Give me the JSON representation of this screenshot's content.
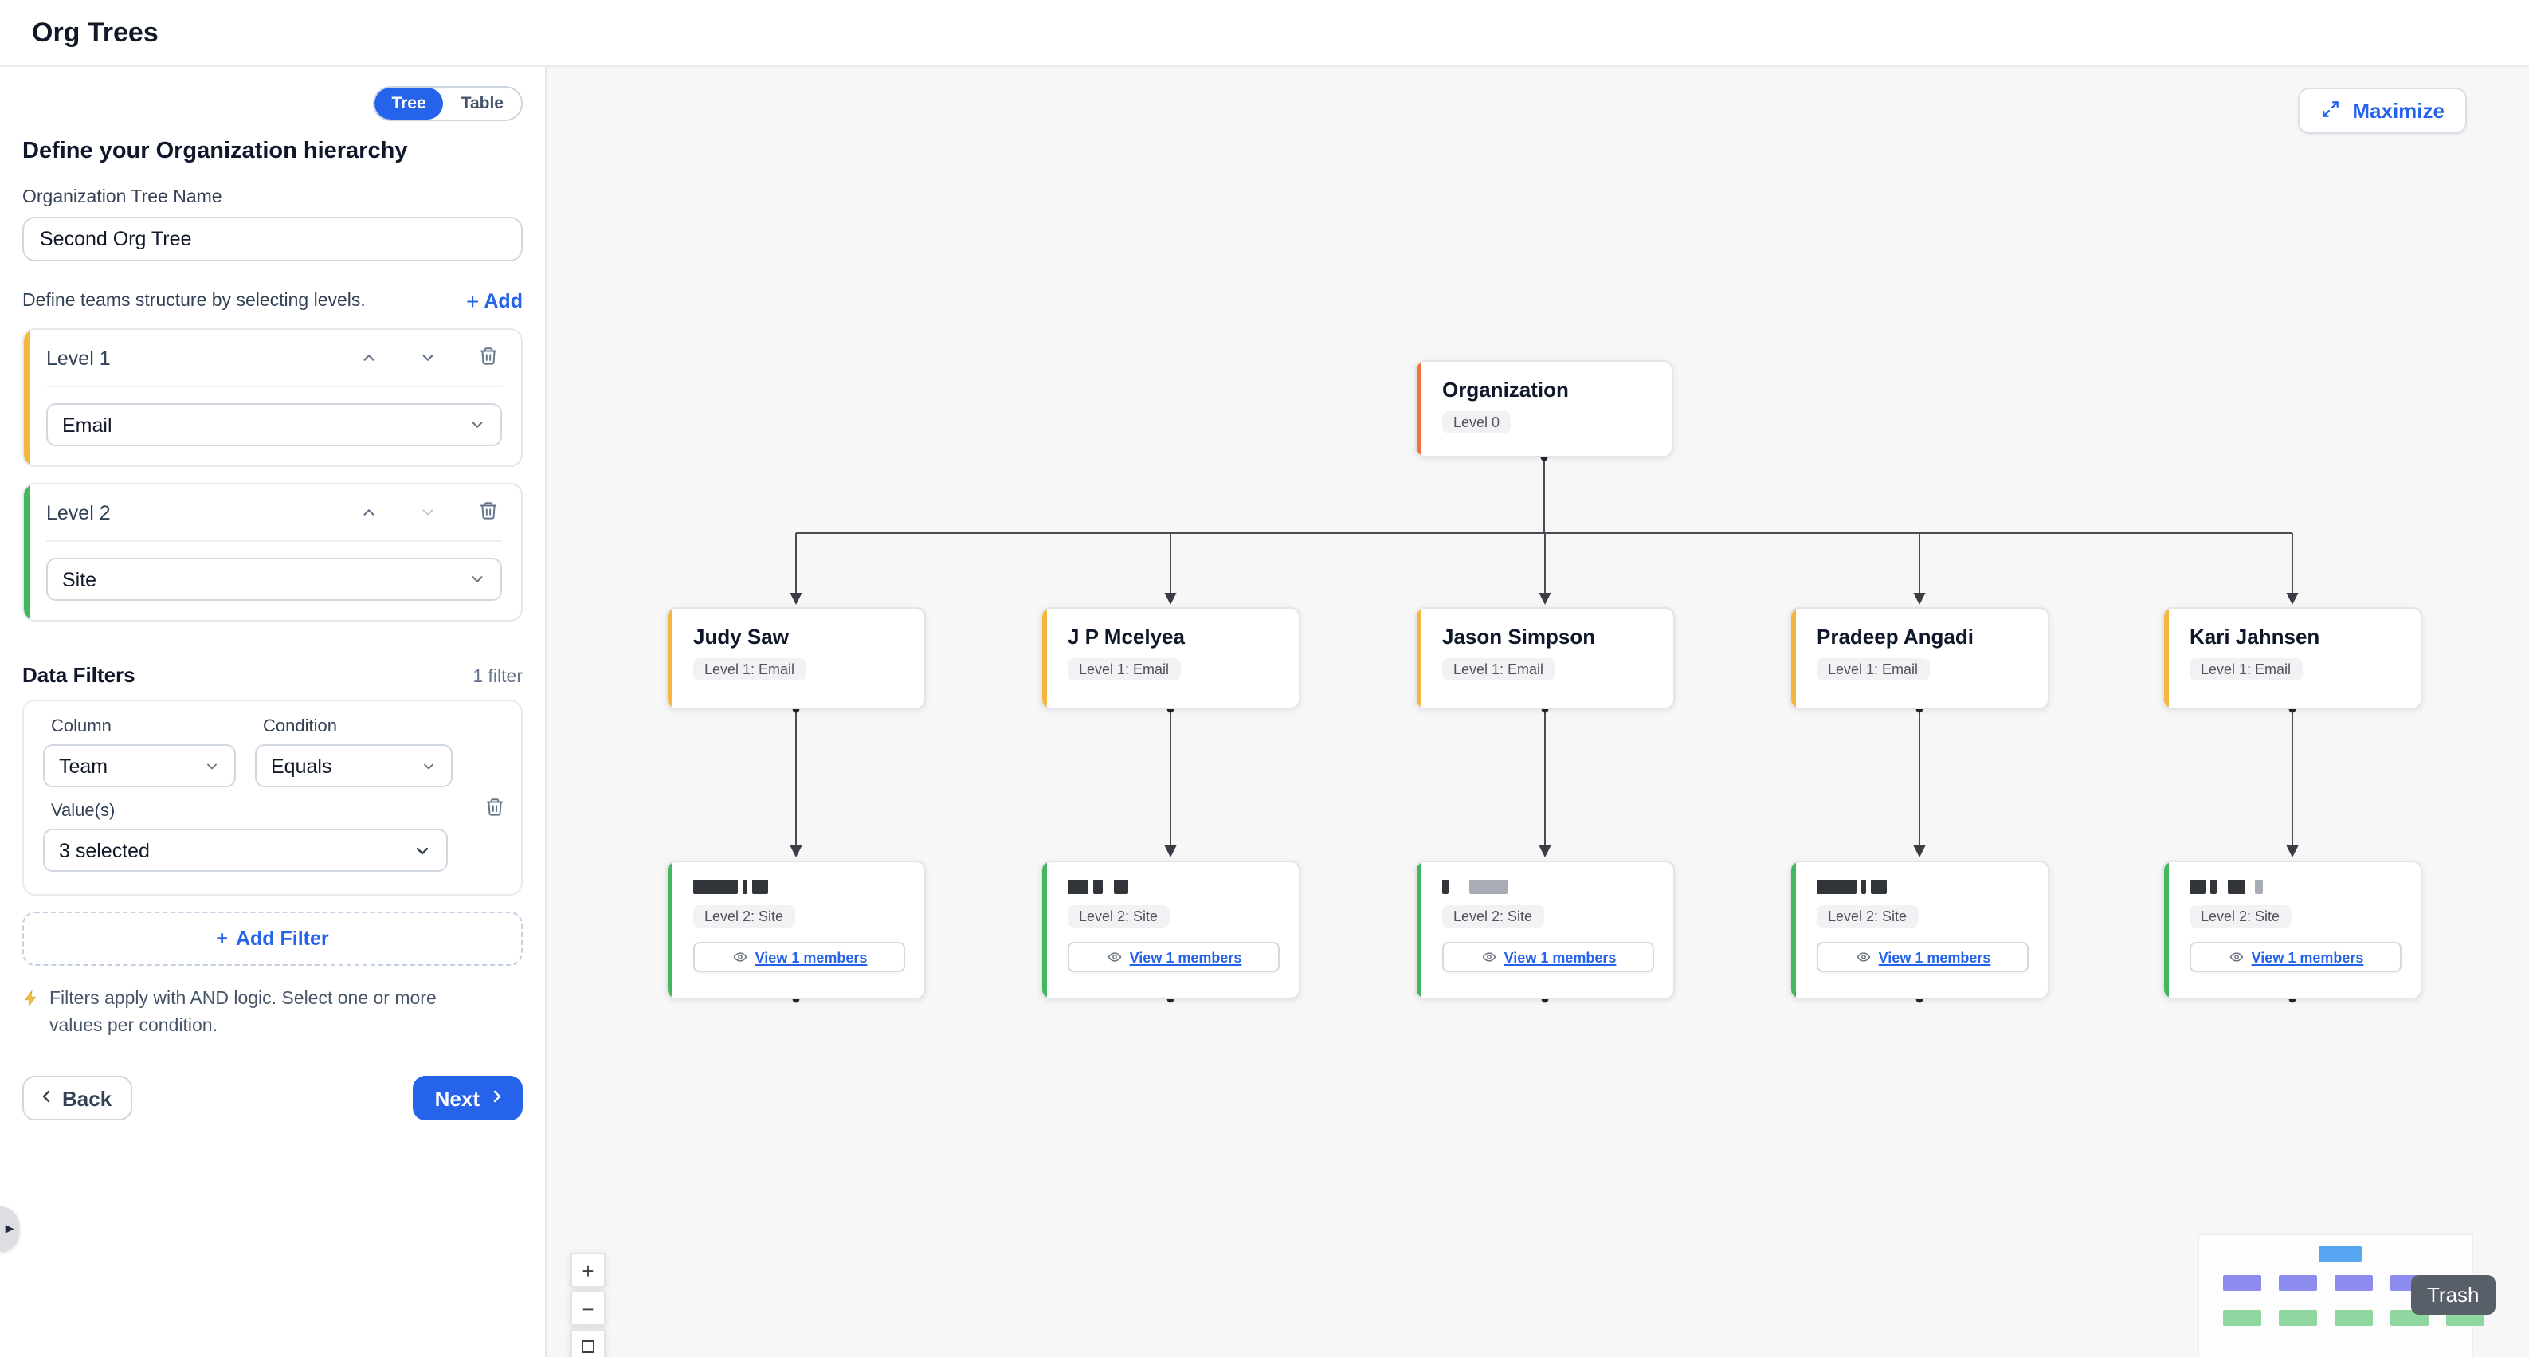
{
  "header": {
    "title": "Org Trees"
  },
  "icons": {
    "add_glyph": "+",
    "collapse_glyph": "▶"
  },
  "sidebar": {
    "view_toggle": {
      "tree_label": "Tree",
      "table_label": "Table"
    },
    "heading": "Define your Organization hierarchy",
    "tree_name": {
      "label": "Organization Tree Name",
      "value": "Second Org Tree"
    },
    "levels_section": {
      "instruction": "Define teams structure by selecting levels.",
      "add_label": "Add"
    },
    "levels": [
      {
        "name": "Level 1",
        "selected_field": "Email",
        "accent_color": "#f5b63e"
      },
      {
        "name": "Level 2",
        "selected_field": "Site",
        "accent_color": "#43b75d"
      }
    ],
    "filters": {
      "title": "Data Filters",
      "count_label": "1 filter",
      "column_label": "Column",
      "column_value": "Team",
      "condition_label": "Condition",
      "condition_value": "Equals",
      "values_label": "Value(s)",
      "values_value": "3 selected",
      "add_filter_label": "Add Filter",
      "note": "Filters apply with AND logic. Select one or more values per condition."
    },
    "navigation": {
      "back_label": "Back",
      "next_label": "Next"
    }
  },
  "canvas": {
    "maximize_label": "Maximize",
    "trash_tooltip": "Trash",
    "zoom_controls": {
      "zoom_in": "+",
      "zoom_out": "−"
    },
    "colors": {
      "accent_blue": "#2563eb",
      "root_accent": "#f4703c",
      "level1_accent": "#f5b63e",
      "level2_accent": "#43b75d",
      "minimap_root": "#58a6f2",
      "minimap_level1": "#8b8bf0",
      "minimap_level2": "#8fd6a0"
    },
    "tree": {
      "root": {
        "title": "Organization",
        "badge": "Level 0"
      },
      "level1_badge": "Level 1: Email",
      "level2_badge": "Level 2: Site",
      "members_button_label": "View 1 members",
      "level1": [
        {
          "title": "Judy Saw"
        },
        {
          "title": "J P Mcelyea"
        },
        {
          "title": "Jason Simpson"
        },
        {
          "title": "Pradeep Angadi"
        },
        {
          "title": "Kari Jahnsen"
        }
      ]
    }
  }
}
